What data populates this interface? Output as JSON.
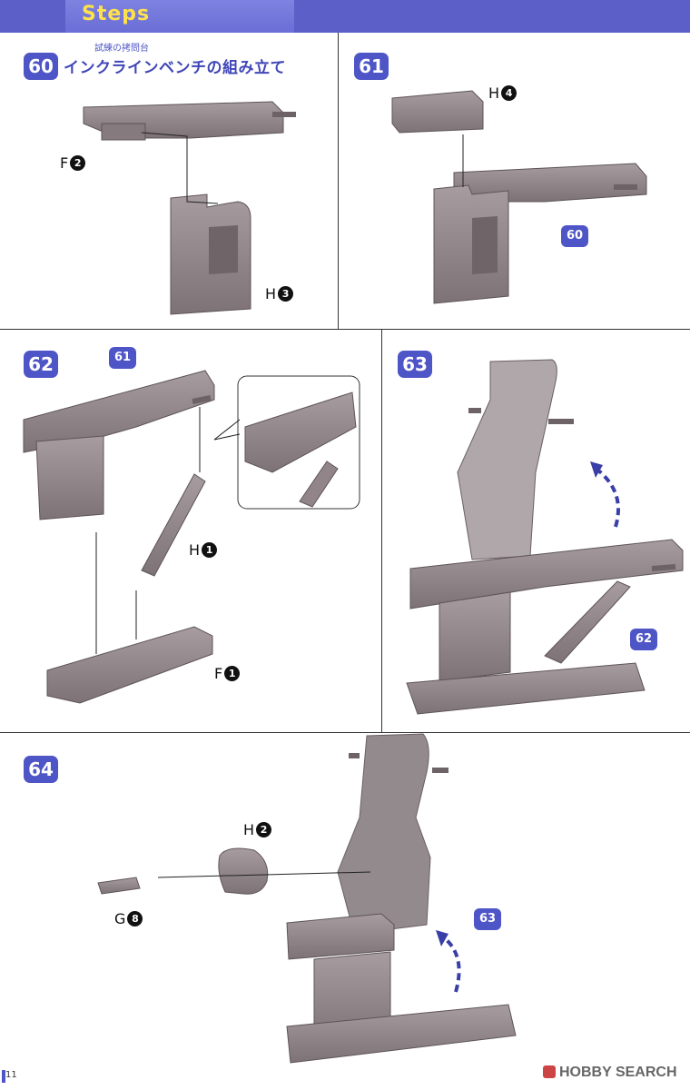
{
  "header": {
    "title": "Steps"
  },
  "steps": {
    "s60": {
      "number": "60",
      "subtitle": "試練の拷問台",
      "title": "インクラインベンチの組み立て",
      "parts": [
        {
          "letter": "F",
          "num": "2"
        },
        {
          "letter": "H",
          "num": "3"
        }
      ]
    },
    "s61": {
      "number": "61",
      "ref": "60",
      "parts": [
        {
          "letter": "H",
          "num": "4"
        }
      ]
    },
    "s62": {
      "number": "62",
      "ref": "61",
      "parts": [
        {
          "letter": "H",
          "num": "1"
        },
        {
          "letter": "F",
          "num": "1"
        }
      ]
    },
    "s63": {
      "number": "63",
      "ref": "62"
    },
    "s64": {
      "number": "64",
      "ref": "63",
      "parts": [
        {
          "letter": "H",
          "num": "2"
        },
        {
          "letter": "G",
          "num": "8"
        }
      ]
    }
  },
  "footer": {
    "page": "11",
    "brand": "HOBBY SEARCH"
  },
  "colors": {
    "accent": "#4e55c6",
    "header": "#5b5fc7",
    "title_text": "#ffe24a",
    "part_gray": "#8f8487"
  }
}
